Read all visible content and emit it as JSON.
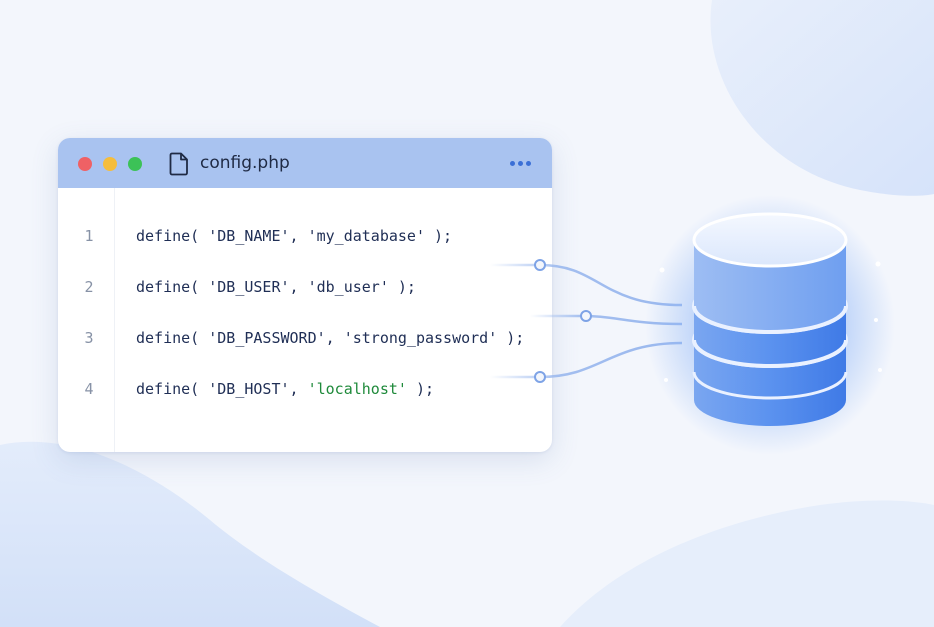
{
  "editor": {
    "filename": "config.php",
    "file_icon": "file-icon",
    "more_icon": "more-horizontal-icon",
    "window_controls": [
      "close",
      "minimize",
      "maximize"
    ],
    "lines": [
      {
        "number": "1",
        "func": "define(",
        "arg1": " 'DB_NAME',",
        "arg2": " 'my_database'",
        "end": " );"
      },
      {
        "number": "2",
        "func": "define(",
        "arg1": " 'DB_USER',",
        "arg2": " 'db_user'",
        "end": " );"
      },
      {
        "number": "3",
        "func": "define(",
        "arg1": " 'DB_PASSWORD',",
        "arg2": " 'strong_password'",
        "end": " );"
      },
      {
        "number": "4",
        "func": "define(",
        "arg1": " 'DB_HOST',",
        "arg2": " 'localhost'",
        "end": " );"
      }
    ]
  },
  "illustration": {
    "database_icon": "database-icon",
    "connectors": 3
  },
  "colors": {
    "background": "#f3f6fc",
    "titlebar": "#a9c3f0",
    "accent": "#3b6fd6",
    "code_text": "#1f2e55",
    "string_green": "#1f8a3b",
    "database_blue": "#4a86ec"
  }
}
